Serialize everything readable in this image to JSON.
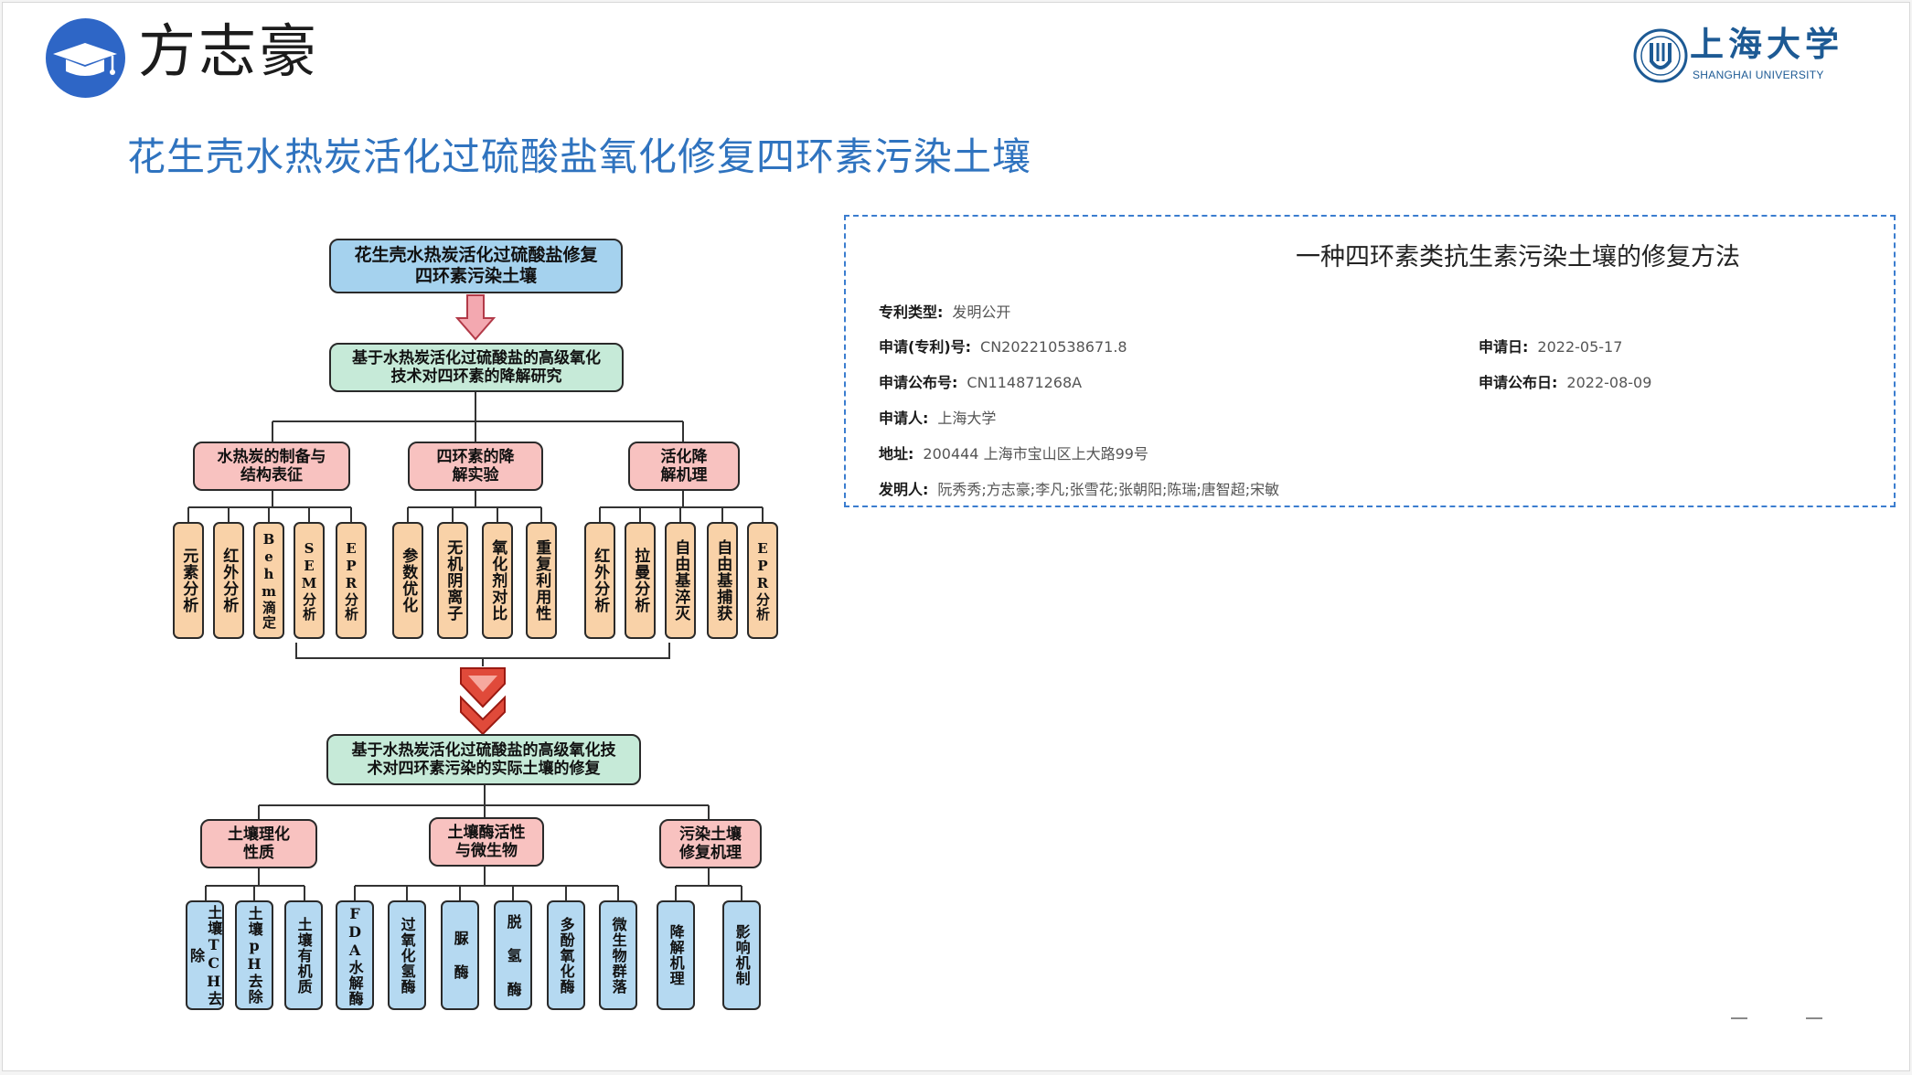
{
  "header": {
    "author": "方志豪",
    "university_cn": "上海大学",
    "university_en": "SHANGHAI UNIVERSITY",
    "university_logo_icon": "university-seal-icon",
    "author_icon": "graduation-cap-icon",
    "accent_color": "#2e66c6"
  },
  "slide_title": "花生壳水热炭活化过硫酸盐氧化修复四环素污染土壤",
  "flowchart": {
    "top": "花生壳水热炭活化过硫酸盐修复\n四环素污染土壤",
    "stage1": "基于水热炭活化过硫酸盐的高级氧化\n技术对四环素的降解研究",
    "branches1": [
      {
        "title": "水热炭的制备与\n结构表征",
        "items": [
          "元素分析",
          "红外分析",
          "Behm滴定",
          "SEM分析",
          "EPR分析"
        ]
      },
      {
        "title": "四环素的降\n解实验",
        "items": [
          "参数优化",
          "无机阴离子",
          "氧化剂对比",
          "重复利用性"
        ]
      },
      {
        "title": "活化降\n解机理",
        "items": [
          "红外分析",
          "拉曼分析",
          "自由基淬灭",
          "自由基捕获",
          "EPR分析"
        ]
      }
    ],
    "stage2": "基于水热炭活化过硫酸盐的高级氧化技\n术对四环素污染的实际土壤的修复",
    "branches2": [
      {
        "title": "土壤理化\n性质",
        "items": [
          "土壤TCH去除",
          "土壤pH去除",
          "土壤有机质"
        ]
      },
      {
        "title": "土壤酶活性\n与微生物",
        "items": [
          "FDA水解酶",
          "过氧化氢酶",
          "脲 酶",
          "脱 氢 酶",
          "多酚氧化酶",
          "微生物群落"
        ]
      },
      {
        "title": "污染土壤\n修复机理",
        "items": [
          "降解机理",
          "影响机制"
        ]
      }
    ]
  },
  "patent": {
    "title": "一种四环素类抗生素污染土壤的修复方法",
    "fields": {
      "type_label": "专利类型:",
      "type_value": "发明公开",
      "app_no_label": "申请(专利)号:",
      "app_no_value": "CN202210538671.8",
      "app_date_label": "申请日:",
      "app_date_value": "2022-05-17",
      "pub_no_label": "申请公布号:",
      "pub_no_value": "CN114871268A",
      "pub_date_label": "申请公布日:",
      "pub_date_value": "2022-08-09",
      "applicant_label": "申请人:",
      "applicant_value": "上海大学",
      "address_label": "地址:",
      "address_value": "200444 上海市宝山区上大路99号",
      "inventor_label": "发明人:",
      "inventor_value": "阮秀秀;方志豪;李凡;张雪花;张朝阳;陈瑞;唐智超;宋敏"
    }
  }
}
